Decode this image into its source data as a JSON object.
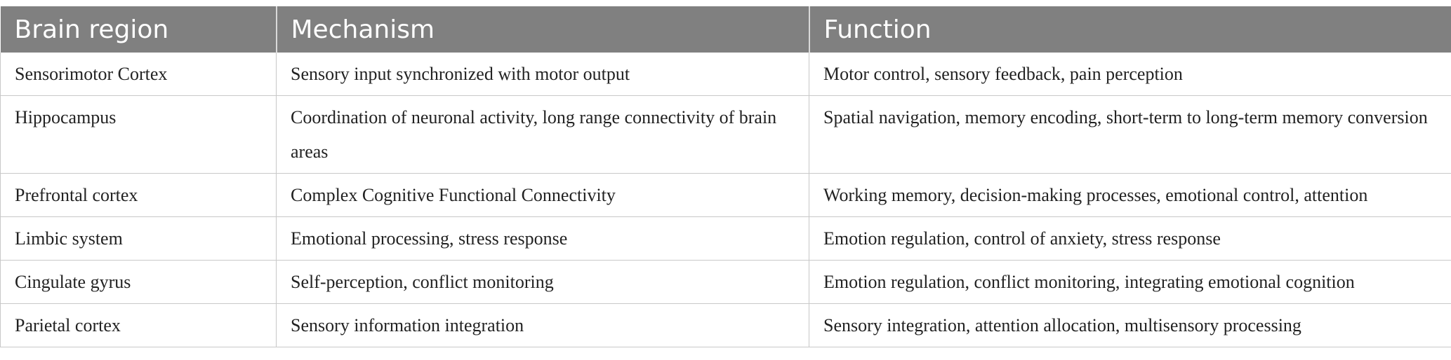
{
  "table": {
    "headers": [
      "Brain region",
      "Mechanism",
      "Function"
    ],
    "rows": [
      [
        "Sensorimotor Cortex",
        "Sensory input synchronized with motor output",
        "Motor control, sensory feedback, pain perception"
      ],
      [
        "Hippocampus",
        "Coordination of neuronal activity, long range connectivity of brain areas",
        "Spatial navigation, memory encoding, short-term to long-term memory conversion"
      ],
      [
        "Prefrontal cortex",
        "Complex Cognitive Functional Connectivity",
        "Working memory, decision-making processes, emotional control, attention"
      ],
      [
        "Limbic system",
        "Emotional processing, stress response",
        "Emotion regulation, control of anxiety, stress response"
      ],
      [
        "Cingulate gyrus",
        "Self-perception, conflict monitoring",
        "Emotion regulation, conflict monitoring, integrating emotional cognition"
      ],
      [
        "Parietal cortex",
        "Sensory information integration",
        "Sensory integration, attention allocation, multisensory processing"
      ]
    ]
  }
}
